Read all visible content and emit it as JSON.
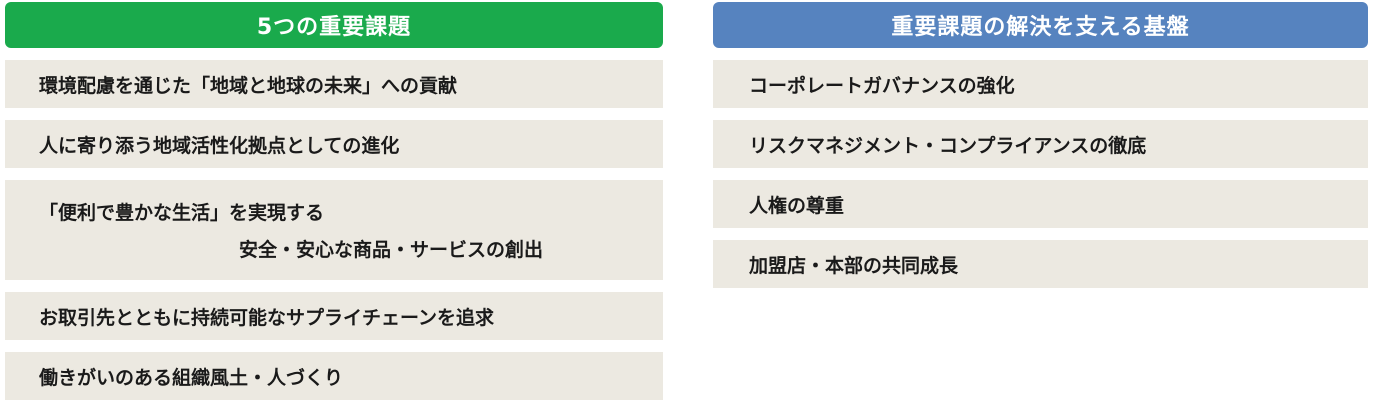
{
  "left": {
    "header": "5つの重要課題",
    "items": [
      {
        "line1": "環境配慮を通じた「地域と地球の未来」への貢献"
      },
      {
        "line1": "人に寄り添う地域活性化拠点としての進化"
      },
      {
        "line1": "「便利で豊かな生活」を実現する",
        "line2": "安全・安心な商品・サービスの創出"
      },
      {
        "line1": "お取引先とともに持続可能なサプライチェーンを追求"
      },
      {
        "line1": "働きがいのある組織風土・人づくり"
      }
    ]
  },
  "right": {
    "header": "重要課題の解決を支える基盤",
    "items": [
      {
        "line1": "コーポレートガバナンスの強化"
      },
      {
        "line1": "リスクマネジメント・コンプライアンスの徹底"
      },
      {
        "line1": "人権の尊重"
      },
      {
        "line1": "加盟店・本部の共同成長"
      }
    ]
  },
  "colors": {
    "left_header": "#1aaa4c",
    "right_header": "#5683bf",
    "item_background": "#ece9e1",
    "item_text": "#1a1a1a"
  }
}
